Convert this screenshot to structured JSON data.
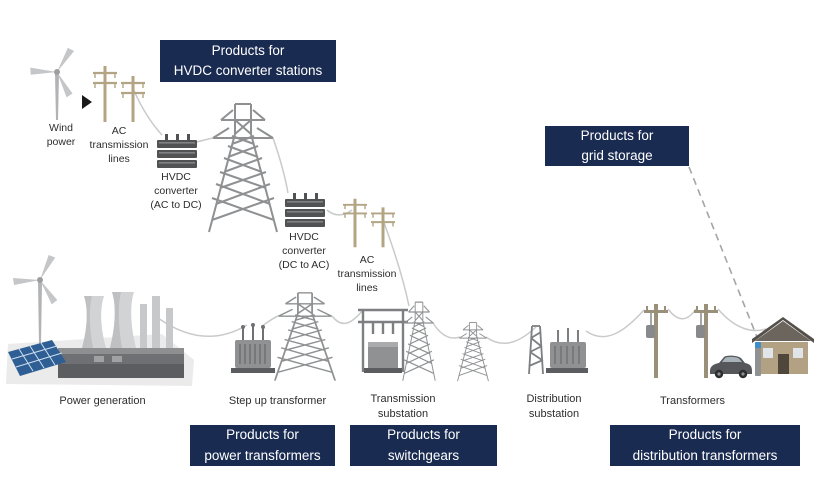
{
  "product_boxes": {
    "hvdc_converter_stations": "Products for\nHVDC converter stations",
    "grid_storage": "Products for\ngrid storage",
    "power_transformers": "Products for\npower transformers",
    "switchgears": "Products for\nswitchgears",
    "distribution_transformers": "Products for\ndistribution transformers"
  },
  "stage_labels": {
    "wind_power": "Wind\npower",
    "ac_transmission_lines_1": "AC\ntransmission\nlines",
    "hvdc_converter_ac_dc": "HVDC\nconverter\n(AC to DC)",
    "hvdc_converter_dc_ac": "HVDC\nconverter\n(DC to AC)",
    "ac_transmission_lines_2": "AC\ntransmission\nlines",
    "power_generation": "Power generation",
    "step_up_transformer": "Step up transformer",
    "transmission_substation": "Transmission\nsubstation",
    "distribution_substation": "Distribution\nsubstation",
    "transformers": "Transformers"
  },
  "colors": {
    "box_navy": "#1a2b52",
    "wire_gray": "#c9cacb",
    "pole_tan": "#b3a483",
    "label_text": "#2d2d2d"
  }
}
